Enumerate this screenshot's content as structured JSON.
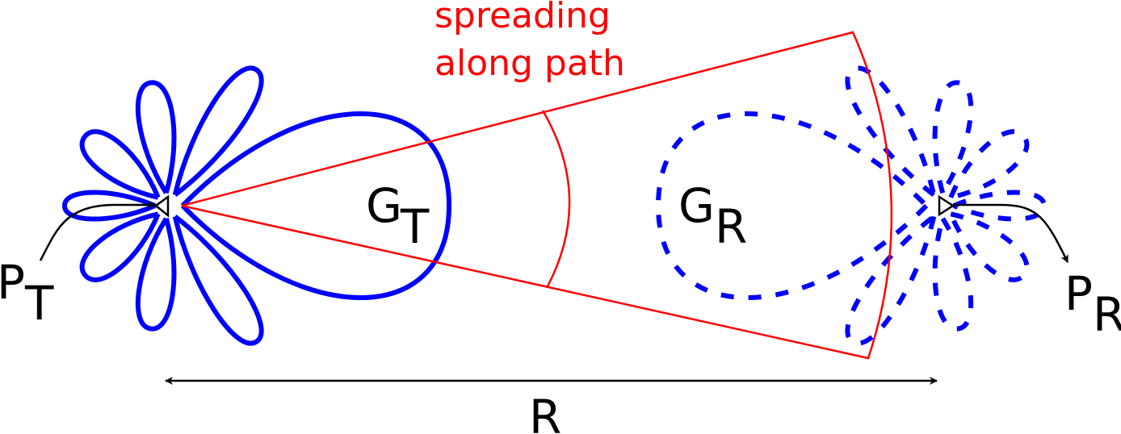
{
  "labels": {
    "spreading_line1": "spreading",
    "spreading_line2": "along path",
    "gain_tx_main": "G",
    "gain_tx_sub": "T",
    "gain_rx_main": "G",
    "gain_rx_sub": "R",
    "power_tx_main": "P",
    "power_tx_sub": "T",
    "power_rx_main": "P",
    "power_rx_sub": "R",
    "range": "R"
  },
  "colors": {
    "pattern": "#0000ff",
    "spreading": "#ff0000",
    "ink": "#000000"
  }
}
